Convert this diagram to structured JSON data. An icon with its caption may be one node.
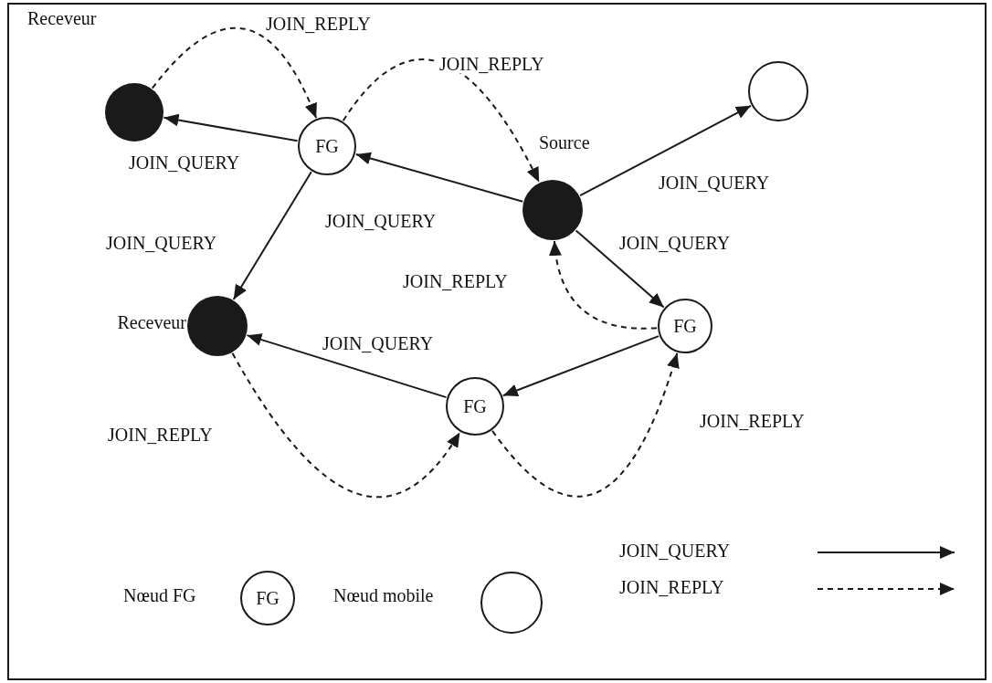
{
  "diagram": {
    "nodes": [
      {
        "text": [],
        "shape": "dot",
        "beside": [
          "Receveur"
        ]
      },
      {
        "text": [
          "FG"
        ]
      },
      {
        "text": [],
        "shape": "circle"
      },
      {
        "text": [],
        "shape": "dot",
        "beside": [
          "Source"
        ]
      },
      {
        "text": [],
        "shape": "dot",
        "beside": [
          "Receveur"
        ]
      },
      {
        "text": [
          "FG"
        ]
      },
      {
        "text": [
          "FG"
        ]
      },
      {
        "text": [
          "FG"
        ],
        "beside": [
          "Nœud FG"
        ]
      },
      {
        "text": [],
        "shape": "circle",
        "beside": [
          "Nœud mobile"
        ]
      }
    ],
    "edges": [
      {
        "from": 1,
        "to": 0,
        "arrow": "to",
        "label": "JOIN_QUERY"
      },
      {
        "from": 0,
        "to": 1,
        "arrow": "to",
        "label": "JOIN_REPLY",
        "style": "dashed"
      },
      {
        "from": 1,
        "to": 3,
        "arrow": "to",
        "label": "JOIN_REPLY",
        "style": "dashed"
      },
      {
        "from": 3,
        "to": 1,
        "arrow": "to",
        "label": "JOIN_QUERY"
      },
      {
        "from": 3,
        "to": 2,
        "arrow": "to",
        "label": "JOIN_QUERY"
      },
      {
        "from": 1,
        "to": 4,
        "arrow": "to",
        "label": "JOIN_QUERY"
      },
      {
        "from": 3,
        "to": 5,
        "arrow": "to",
        "label": "JOIN_QUERY"
      },
      {
        "from": 5,
        "to": 3,
        "arrow": "to",
        "label": "JOIN_REPLY",
        "style": "dashed"
      },
      {
        "from": 5,
        "to": 6,
        "arrow": "to"
      },
      {
        "from": 6,
        "to": 4,
        "arrow": "to",
        "label": "JOIN_QUERY"
      },
      {
        "from": 4,
        "to": 6,
        "arrow": "to",
        "label": "JOIN_REPLY",
        "style": "dashed"
      },
      {
        "from": 6,
        "to": 5,
        "arrow": "to",
        "label": "JOIN_REPLY",
        "style": "dashed"
      }
    ],
    "legend": [
      {
        "text": "JOIN_QUERY"
      },
      {
        "text": "JOIN_REPLY"
      }
    ]
  }
}
